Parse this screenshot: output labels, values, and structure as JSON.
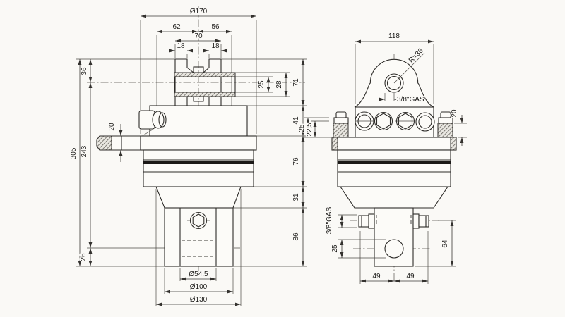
{
  "title": "hydraulic rotator technical drawing",
  "colors": {
    "background": "#faf9f6",
    "line": "#2e2c29",
    "text": "#1c1b19"
  },
  "front_view": {
    "top": {
      "dia_overall": "Ø170",
      "left_span": "62",
      "right_span": "56",
      "clevis_width": "70",
      "post_left": "18",
      "post_right": "18"
    },
    "left": {
      "head_to_pin": "36",
      "plate_thickness": "20",
      "overall_height": "305",
      "mid_height": "243",
      "hole_to_bottom": "26"
    },
    "right": {
      "pin_bore": "25",
      "pin_boss": "28",
      "clevis_height": "71",
      "head_height": "41",
      "body_height": "76",
      "taper_height": "31",
      "shaft_height": "86"
    },
    "bottom": {
      "dia_face": "Ø54.5",
      "dia_shaft": "Ø100",
      "dia_taper": "Ø130"
    }
  },
  "side_view": {
    "top": {
      "width": "118",
      "dome_radius": "R=36",
      "top_thread": "3/8\"GAS"
    },
    "left": {
      "bolt_height": "25",
      "plug_height": "22,5",
      "side_thread": "3/8\"GAS",
      "hole_dia": "25"
    },
    "right": {
      "block_height": "20",
      "port_to_bottom": "64"
    },
    "bottom": {
      "left_span": "49",
      "right_span": "49"
    }
  }
}
